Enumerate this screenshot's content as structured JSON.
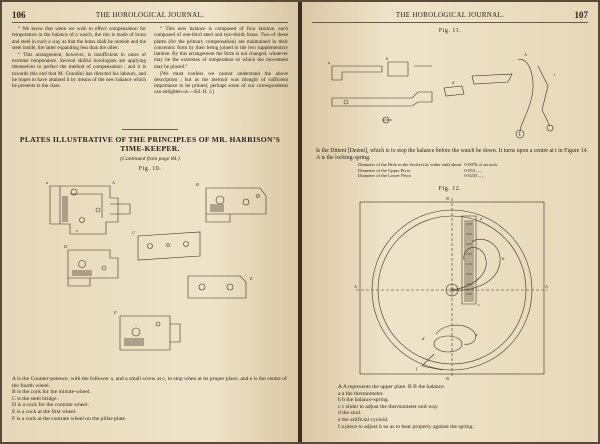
{
  "left_page": {
    "page_number": "106",
    "running_head": "THE HOROLOGICAL JOURNAL.",
    "col1": [
      "“ We know that when we wish to effect compensation for temperature in the balance of a watch, the rim is made of brass and steel in such a way as that the brass shall be outside and the steel inside, the latter expanding less than the other.",
      "“ This arrangement, however, is insufficient in cases of extreme temperature. Several skilful horologists are applying themselves to perfect the method of compensation ; and it is towards this end that M. Grandini has directed his labours, and he hopes to have attained it by means of the new balance which he presents to the class."
    ],
    "col2": [
      "“ This new balance is composed of four laminæ, each composed of one-third steel and two-thirds brass. Two of these plates (for the primary compensation) are maintained in their concentric form by their being joined to the two supplementary laminæ. By this arrangement the form is not changed, whatever may be the extremes of temperature to which the movement may be placed.”",
      "[We must confess we cannot understand the above description ; but as the memoir was thought of sufficient importance to be printed, perhaps some of our correspondents can enlighten us.—Ed. H. J.]"
    ],
    "section_title": "PLATES ILLUSTRATIVE OF THE PRINCIPLES OF MR. HARRISON’S TIME-KEEPER.",
    "continued": "(Continued from page 84.)",
    "figure_label": "Fig. 10.",
    "captions": [
      "A is the Counter-potence, with the follower a, and a small screw at c, to stop when at its proper place, and e is the centre of the fourth wheel.",
      "B is the cock for the minute-wheel.",
      "C is the steel bridge.",
      "D is a cock for the contrate wheel.",
      "E is a cock at the first wheel.",
      "F is a cock at the contrate wheel on the pillar-plate."
    ]
  },
  "right_page": {
    "page_number": "107",
    "running_head": "THE HOROLOGICAL JOURNAL.",
    "fig11_label": "Fig. 11.",
    "detent_text": "Is the Dittent [Detent], which is to stop the balance before the watch be down. It turns upon a centre at t in Figure 14. A is the locking-spring.",
    "dimensions": [
      {
        "label": "Diameter of the Hole in the Socket (its wider end) about",
        "value": "0·0076 of an inch."
      },
      {
        "label": "Diameter of the Upper Pivot",
        "value": "0·053  „  „"
      },
      {
        "label": "Diameter of the Lower Pivot",
        "value": "0·0235  „  „"
      }
    ],
    "fig12_label": "Fig. 12.",
    "captions": [
      "A A represents the upper plate.   B B the balance.",
      "a a  the thermometer.",
      "b b  the balance-spring.",
      "c c  slider to adjust the thermometer end-way.",
      "d   the stud.",
      "e   the artificial cycloid.",
      "f   a piece to adjust it so as to bear properly against the spring."
    ]
  }
}
